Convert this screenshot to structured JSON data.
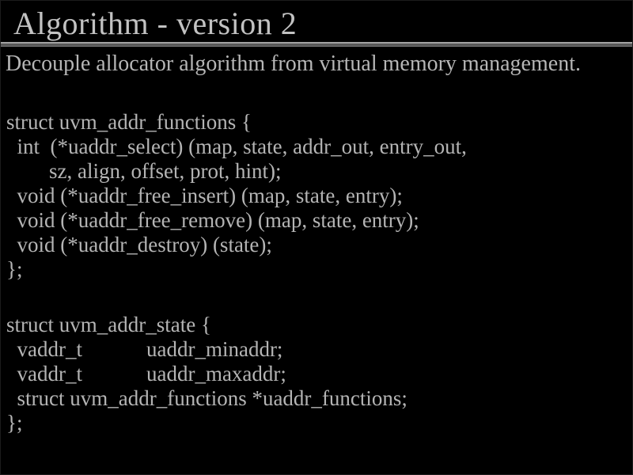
{
  "slide": {
    "title": "Algorithm - version 2",
    "subtitle": "Decouple allocator algorithm from virtual memory management.",
    "code_blocks": [
      {
        "name": "uvm_addr_functions-struct",
        "lines": [
          "struct uvm_addr_functions {",
          "  int  (*uaddr_select) (map, state, addr_out, entry_out,",
          "        sz, align, offset, prot, hint);",
          "  void (*uaddr_free_insert) (map, state, entry);",
          "  void (*uaddr_free_remove) (map, state, entry);",
          "  void (*uaddr_destroy) (state);",
          "};"
        ]
      },
      {
        "name": "uvm_addr_state-struct",
        "lines": [
          "struct uvm_addr_state {",
          "  vaddr_t            uaddr_minaddr;",
          "  vaddr_t            uaddr_maxaddr;",
          "  struct uvm_addr_functions *uaddr_functions;",
          "};"
        ]
      }
    ],
    "colors": {
      "background": "#000000",
      "title_text": "#c2c2c2",
      "body_text": "#b4b4b4",
      "divider_light": "#a2a2a2",
      "divider_dark": "#585858"
    }
  }
}
